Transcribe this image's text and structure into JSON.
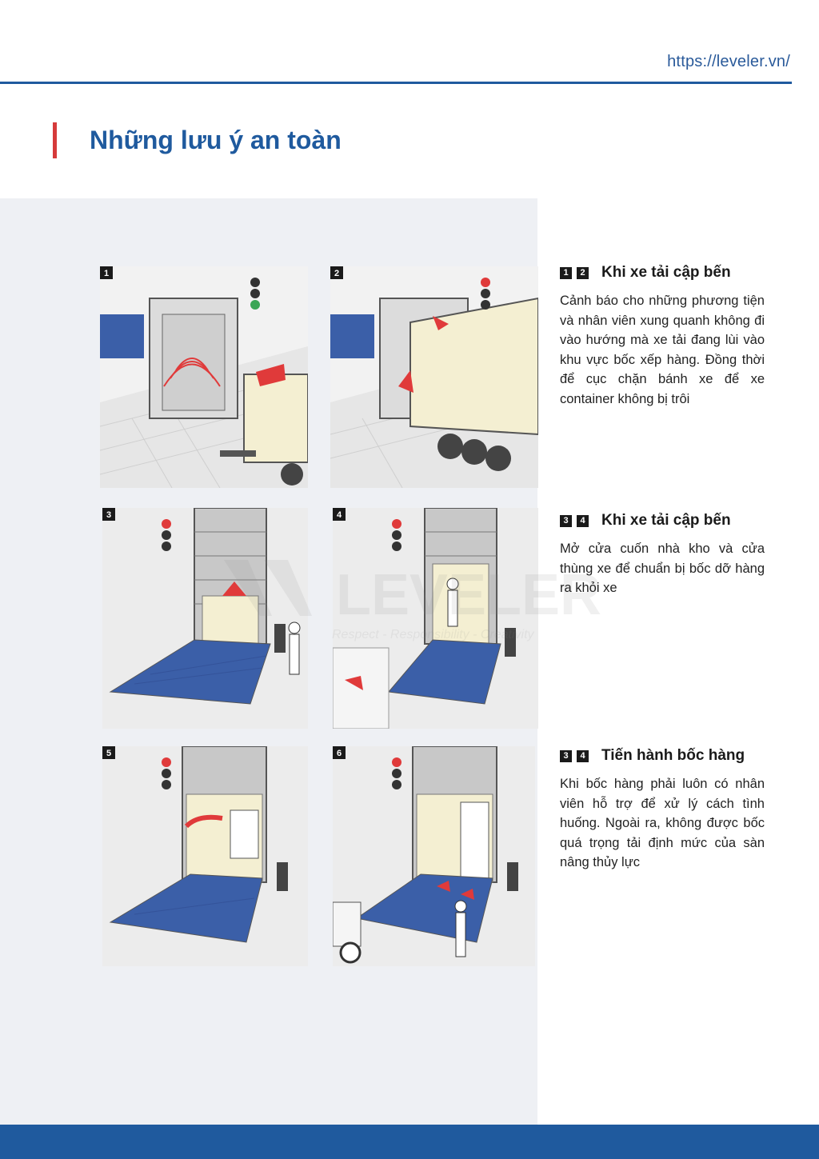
{
  "header": {
    "url": "https://leveler.vn/"
  },
  "page_title": "Những lưu ý an toàn",
  "panels": [
    {
      "number": "1"
    },
    {
      "number": "2"
    },
    {
      "number": "3"
    },
    {
      "number": "4"
    },
    {
      "number": "5"
    },
    {
      "number": "6"
    }
  ],
  "watermark": {
    "brand": "LEVELER",
    "slogan": "Respect - Responsibility - Creativity"
  },
  "sections": [
    {
      "badges": [
        "1",
        "2"
      ],
      "title": "Khi xe tải cập bến",
      "body": "Cảnh báo cho những phương tiện và nhân viên xung quanh không đi vào hướng mà xe tải đang lùi vào khu vực bốc xếp hàng. Đồng thời để cục chặn bánh xe để xe container không bị trôi"
    },
    {
      "badges": [
        "3",
        "4"
      ],
      "title": "Khi xe tải cập bến",
      "body": "Mở cửa cuốn nhà kho và cửa thùng xe để chuẩn bị bốc dỡ hàng ra khỏi xe"
    },
    {
      "badges": [
        "3",
        "4"
      ],
      "title": "Tiến hành bốc hàng",
      "body": "Khi bốc hàng phải luôn có nhân viên hỗ trợ để xử lý cách tình huống. Ngoài ra, không được bốc quá trọng tải định mức của sàn nâng thủy lực"
    }
  ],
  "colors": {
    "brand_blue": "#1f5a9e",
    "accent_red": "#d63a3a",
    "panel_gray": "#eef0f4",
    "ramp_blue": "#3b5fa8",
    "trailer_cream": "#f4efd2"
  }
}
